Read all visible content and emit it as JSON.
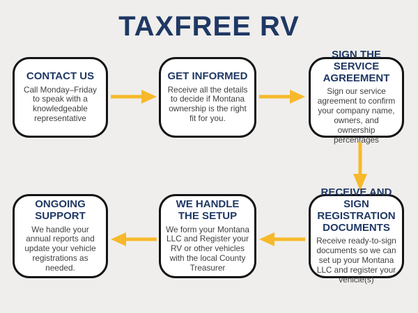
{
  "title": "TAXFREE RV",
  "colors": {
    "background": "#efeeec",
    "navy": "#1f3864",
    "yellow": "#f7b92b",
    "body-text": "#3f3f3f",
    "box-border": "#141414",
    "box-bg": "#ffffff"
  },
  "steps": [
    {
      "heading": "CONTACT US",
      "body": "Call Monday–Friday to speak with a knowledgeable representative"
    },
    {
      "heading": "GET INFORMED",
      "body": "Receive all the details to decide if Montana ownership is the right fit for you."
    },
    {
      "heading": "SIGN THE\nSERVICE\nAGREEMENT",
      "body": "Sign our service agreement to confirm your company name, owners, and ownership percentages"
    },
    {
      "heading": "RECEIVE AND\nSIGN\nREGISTRATION\nDOCUMENTS",
      "body": "Receive ready-to-sign documents so we can set up your Montana LLC and register your vehicle(s)"
    },
    {
      "heading": "WE HANDLE\nTHE SETUP",
      "body": "We form your Montana LLC and Register your RV or other vehicles with the local County Treasurer"
    },
    {
      "heading": "ONGOING\nSUPPORT",
      "body": "We handle your annual reports and update your vehicle registrations as needed."
    }
  ],
  "arrows": [
    "right",
    "right",
    "down",
    "left",
    "left"
  ]
}
